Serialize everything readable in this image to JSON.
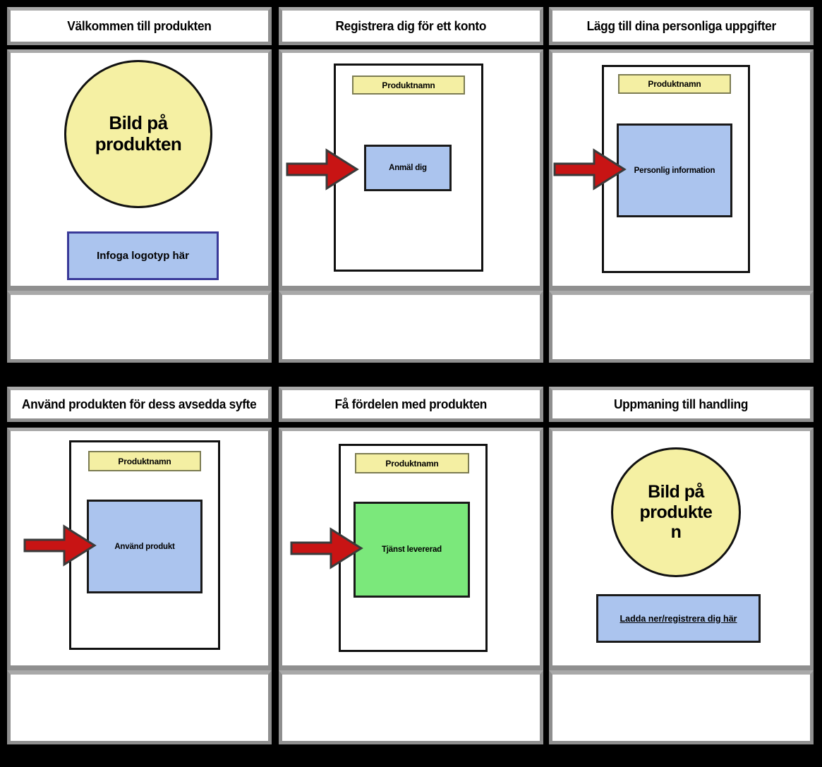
{
  "colors": {
    "background": "#000000",
    "cell_bg": "#ffffff",
    "cell_border": "#8f8f8f",
    "circle_fill": "#f5f0a3",
    "circle_border": "#111111",
    "label_yellow_fill": "#f4efa3",
    "label_yellow_border": "#7c7c52",
    "box_blue_fill": "#abc4ee",
    "box_blue_border_navy": "#3a3a99",
    "box_border_black": "#1a1a1a",
    "box_green_fill": "#7be87b",
    "arrow_fill": "#c81414",
    "arrow_stroke": "#3a3a3a",
    "text": "#000000"
  },
  "panels": [
    {
      "title": "Välkommen till produkten",
      "circle_text": "Bild på\nprodukten",
      "logo_box_text": "Infoga logotyp här",
      "description": ""
    },
    {
      "title": "Registrera dig för ett konto",
      "product_label": "Produktnamn",
      "action_box_text": "Anmäl dig",
      "arrow_icon": "red-arrow-right-icon",
      "description": ""
    },
    {
      "title": "Lägg till dina personliga uppgifter",
      "product_label": "Produktnamn",
      "action_box_text": "Personlig information",
      "arrow_icon": "red-arrow-right-icon",
      "description": ""
    },
    {
      "title": "Använd produkten för dess avsedda syfte",
      "product_label": "Produktnamn",
      "action_box_text": "Använd produkt",
      "arrow_icon": "red-arrow-right-icon",
      "description": ""
    },
    {
      "title": "Få fördelen med produkten",
      "product_label": "Produktnamn",
      "action_box_text": "Tjänst levererad",
      "arrow_icon": "red-arrow-right-icon",
      "description": ""
    },
    {
      "title": "Uppmaning till handling",
      "circle_text": "Bild på\nprodukte\nn",
      "cta_box_text": "Ladda ner/registrera dig här",
      "description": ""
    }
  ]
}
